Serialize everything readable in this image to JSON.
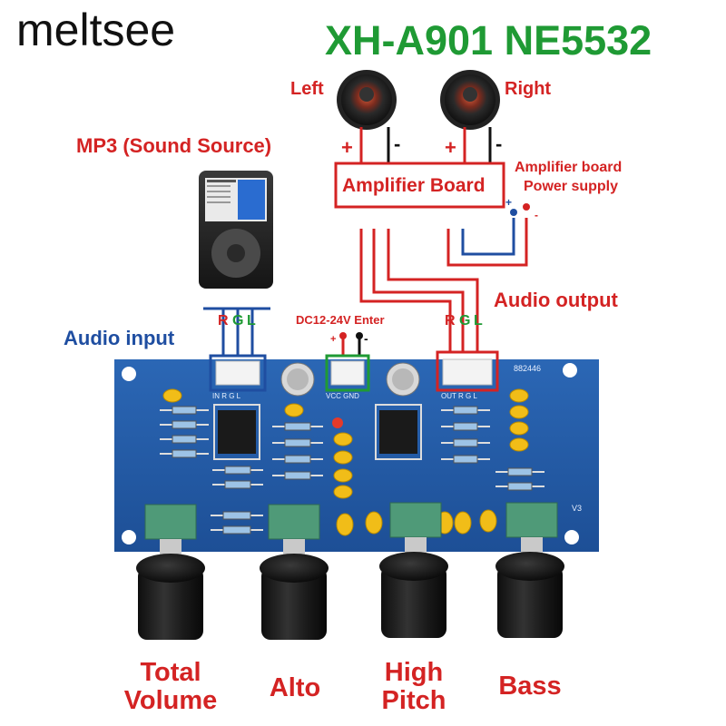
{
  "header": {
    "brand": "meltsee",
    "model": "XH-A901 NE5532"
  },
  "labels": {
    "left": "Left",
    "right": "Right",
    "source": "MP3 (Sound Source)",
    "amp_board": "Amplifier Board",
    "amp_power_line1": "Amplifier board",
    "amp_power_line2": "Power supply",
    "audio_output": "Audio output",
    "audio_input": "Audio input",
    "dc_input": "DC12-24V Enter",
    "plus": "+",
    "minus": "-",
    "rgl_r": "R",
    "rgl_g": "G",
    "rgl_l": "L"
  },
  "knobs": [
    {
      "line1": "Total",
      "line2": "Volume"
    },
    {
      "line1": "Alto",
      "line2": ""
    },
    {
      "line1": "High",
      "line2": "Pitch"
    },
    {
      "line1": "Bass",
      "line2": ""
    }
  ],
  "silkscreen": {
    "board_code": "882446",
    "in_label": "IN R G L",
    "vcc_label": "VCC GND",
    "out_label": "OUT R G L",
    "version": "V3"
  },
  "colors": {
    "brand_green": "#1f9a34",
    "wire_red": "#d42323",
    "wire_blue": "#1f4ea1",
    "pcb_blue": "#1f5aa8",
    "knob_black": "#1a1a1a",
    "pot_green": "#4f9a78"
  }
}
